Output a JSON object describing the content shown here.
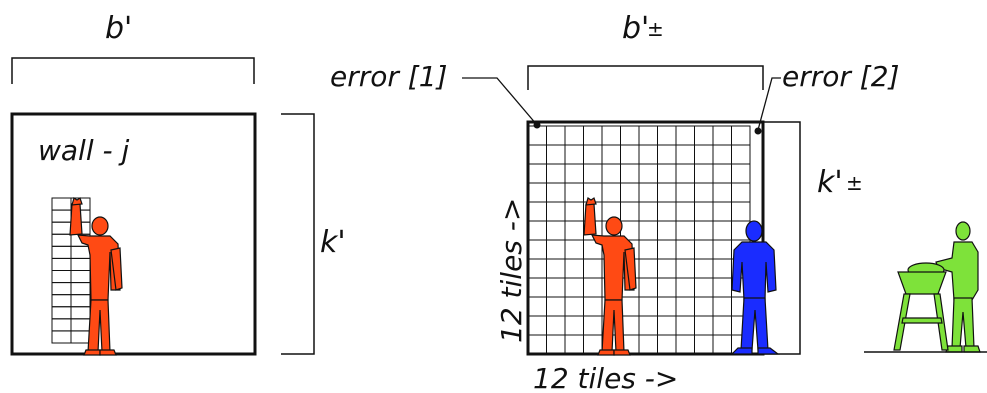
{
  "left_panel": {
    "width_label": "b'",
    "height_label": "k'",
    "wall_label": "wall - j",
    "tile_columns": 2,
    "tile_rows": 12
  },
  "right_panel": {
    "width_label_main": "b'",
    "width_label_suffix": "±",
    "height_label_main": "k'",
    "height_label_suffix": "±",
    "error_1_label": "error [1]",
    "error_2_label": "error [2]",
    "horizontal_tiles_label": "12 tiles ->",
    "vertical_tiles_label": "12 tiles ->",
    "tile_columns": 12,
    "tile_rows": 12
  },
  "colors": {
    "worker_orange": "#ff4a14",
    "worker_blue": "#1a2cff",
    "worker_green": "#7ee23a",
    "outline": "#111111"
  }
}
